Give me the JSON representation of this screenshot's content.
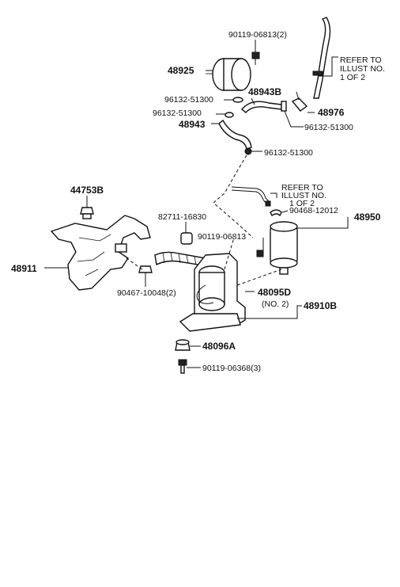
{
  "callouts": {
    "c1": "90119-06813(2)",
    "c2": "48925",
    "c3": "REFER TO",
    "c4": "ILLUST NO.",
    "c5": "1 OF 2",
    "c6": "96132-51300",
    "c7": "48943B",
    "c8": "96132-51300",
    "c9": "48976",
    "c10": "48943",
    "c11": "96132-51300",
    "c12": "96132-51300",
    "c13": "44753B",
    "c14": "REFER TO",
    "c15": "ILLUST NO.",
    "c16": "1 OF 2",
    "c17": "90468-12012",
    "c18": "82711-16830",
    "c19": "48950",
    "c20": "90119-06813",
    "c21": "48911",
    "c22": "90467-10048(2)",
    "c23": "48095D",
    "c24": "(NO. 2)",
    "c25": "48910B",
    "c26": "48096A",
    "c27": "90119-06368(3)"
  }
}
